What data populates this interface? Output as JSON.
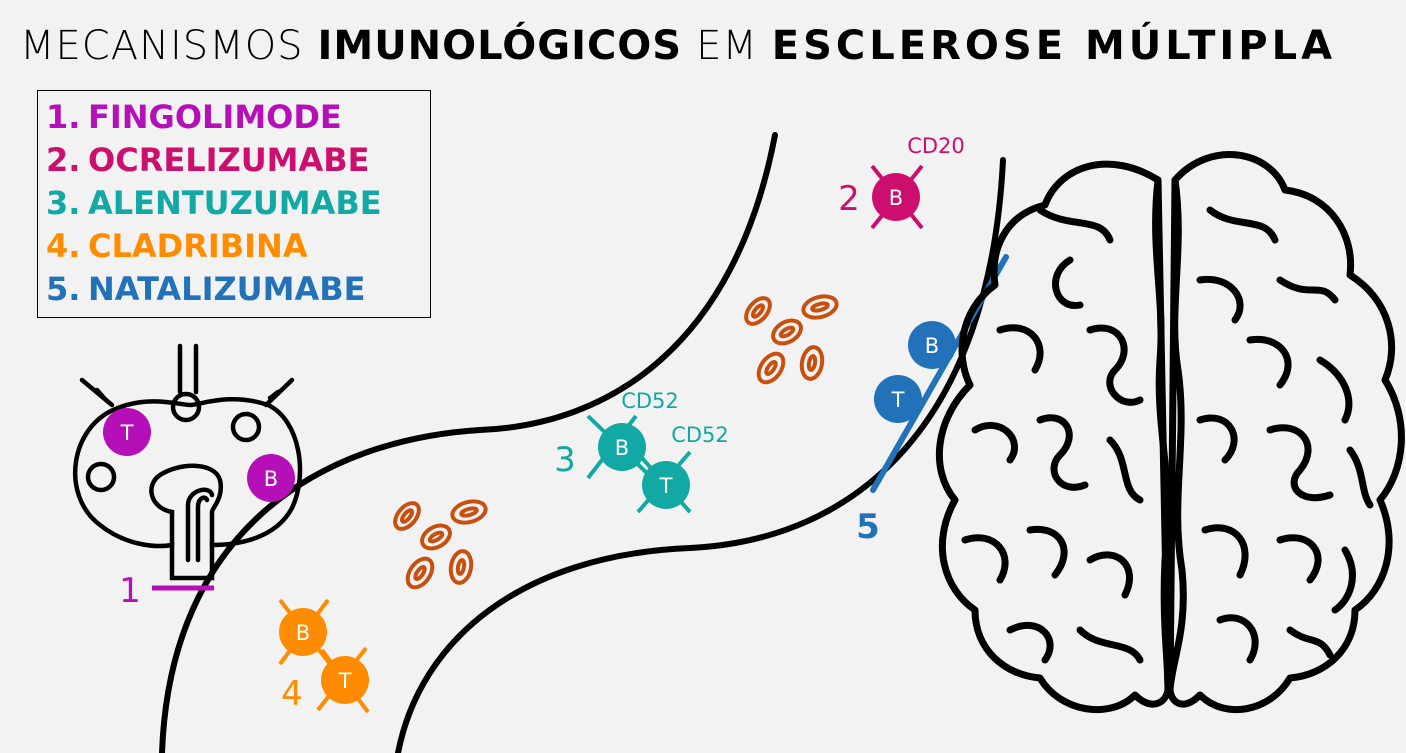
{
  "title": {
    "part1": "MECANISMOS",
    "part2": "IMUNOLÓGICOS",
    "part3": "EM",
    "part4": "ESCLEROSE MÚLTIPLA"
  },
  "legend": [
    {
      "num": "1.",
      "label": "FINGOLIMODE",
      "color": "#b50fb8"
    },
    {
      "num": "2.",
      "label": "OCRELIZUMABE",
      "color": "#cc0f6e"
    },
    {
      "num": "3.",
      "label": "ALENTUZUMABE",
      "color": "#12a8a3"
    },
    {
      "num": "4.",
      "label": "CLADRIBINA",
      "color": "#ff8c00"
    },
    {
      "num": "5.",
      "label": "NATALIZUMABE",
      "color": "#2172b9"
    }
  ],
  "markers": {
    "m1": "1",
    "m2": "2",
    "m3": "3",
    "m4": "4",
    "m5": "5"
  },
  "cells": {
    "t": "T",
    "b": "B"
  },
  "antigens": {
    "cd20": "CD20",
    "cd52": "CD52"
  },
  "colors": {
    "rbc": "#c8500f",
    "line": "#000000",
    "background": "#f2f2f2"
  }
}
